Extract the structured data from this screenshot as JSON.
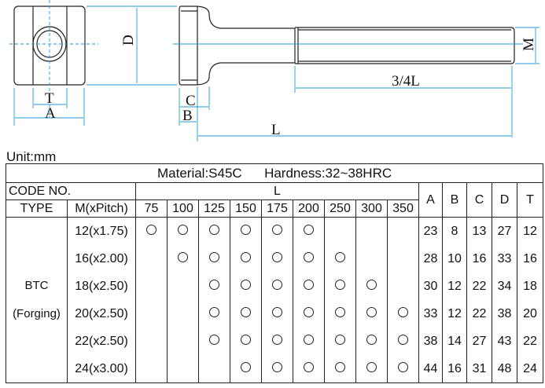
{
  "drawing": {
    "labels": {
      "D": "D",
      "T": "T",
      "A": "A",
      "C": "C",
      "B": "B",
      "L": "L",
      "threeQuarterL": "3/4L",
      "M": "M"
    }
  },
  "unit": "Unit:mm",
  "table": {
    "material": "Material:S45C",
    "hardness": "Hardness:32~38HRC",
    "code_no": "CODE NO.",
    "type_header": "TYPE",
    "m_header": "M(xPitch)",
    "l_header": "L",
    "dim_headers": [
      "A",
      "B",
      "C",
      "D",
      "T"
    ],
    "l_values": [
      "75",
      "100",
      "125",
      "150",
      "175",
      "200",
      "250",
      "300",
      "350"
    ],
    "type_name": "BTC",
    "type_sub": "(Forging)",
    "rows": [
      {
        "m": "12(x1.75)",
        "avail": [
          1,
          1,
          1,
          1,
          1,
          1,
          0,
          0,
          0
        ],
        "dims": [
          "23",
          "8",
          "13",
          "27",
          "12"
        ]
      },
      {
        "m": "16(x2.00)",
        "avail": [
          0,
          1,
          1,
          1,
          1,
          1,
          1,
          0,
          0
        ],
        "dims": [
          "28",
          "10",
          "16",
          "33",
          "16"
        ]
      },
      {
        "m": "18(x2.50)",
        "avail": [
          0,
          0,
          1,
          1,
          1,
          1,
          1,
          1,
          0
        ],
        "dims": [
          "30",
          "12",
          "22",
          "34",
          "18"
        ]
      },
      {
        "m": "20(x2.50)",
        "avail": [
          0,
          0,
          1,
          1,
          1,
          1,
          1,
          1,
          1
        ],
        "dims": [
          "33",
          "12",
          "22",
          "38",
          "20"
        ]
      },
      {
        "m": "22(x2.50)",
        "avail": [
          0,
          0,
          1,
          1,
          1,
          1,
          1,
          1,
          1
        ],
        "dims": [
          "38",
          "14",
          "27",
          "43",
          "22"
        ]
      },
      {
        "m": "24(x3.00)",
        "avail": [
          0,
          0,
          0,
          1,
          1,
          1,
          1,
          1,
          1
        ],
        "dims": [
          "44",
          "16",
          "31",
          "48",
          "24"
        ]
      }
    ],
    "colors": {
      "dimension": "#1e9ad6",
      "line": "#222222"
    }
  }
}
